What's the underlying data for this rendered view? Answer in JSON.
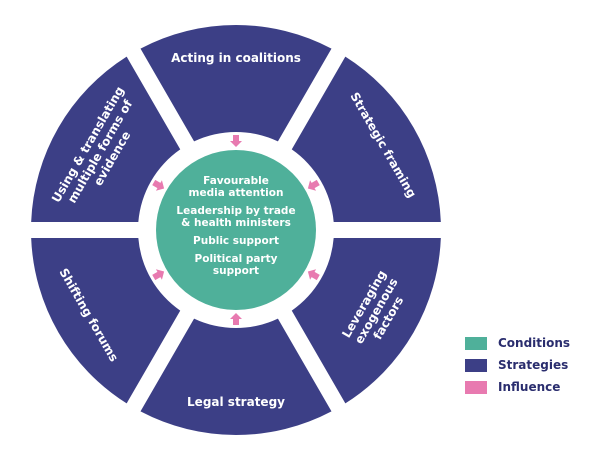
{
  "colors": {
    "conditions": "#4fb09a",
    "strategies": "#3c3f86",
    "influence": "#e87ab0"
  },
  "segments": [
    {
      "lines": [
        "Acting in coalitions"
      ]
    },
    {
      "lines": [
        "Strategic framing"
      ]
    },
    {
      "lines": [
        "Leveraging",
        "exogenous",
        "factors"
      ]
    },
    {
      "lines": [
        "Legal strategy"
      ]
    },
    {
      "lines": [
        "Shifting forums"
      ]
    },
    {
      "lines": [
        "Using & translating",
        "multiple forms of",
        "evidence"
      ]
    }
  ],
  "center": {
    "items": [
      {
        "lines": [
          "Favourable",
          "media attention"
        ]
      },
      {
        "lines": [
          "Leadership by trade",
          "& health ministers"
        ]
      },
      {
        "lines": [
          "Public support"
        ]
      },
      {
        "lines": [
          "Political party",
          "support"
        ]
      }
    ]
  },
  "legend": [
    {
      "label": "Conditions",
      "color": "#4fb09a"
    },
    {
      "label": "Strategies",
      "color": "#3c3f86"
    },
    {
      "label": "Influence",
      "color": "#e87ab0"
    }
  ]
}
